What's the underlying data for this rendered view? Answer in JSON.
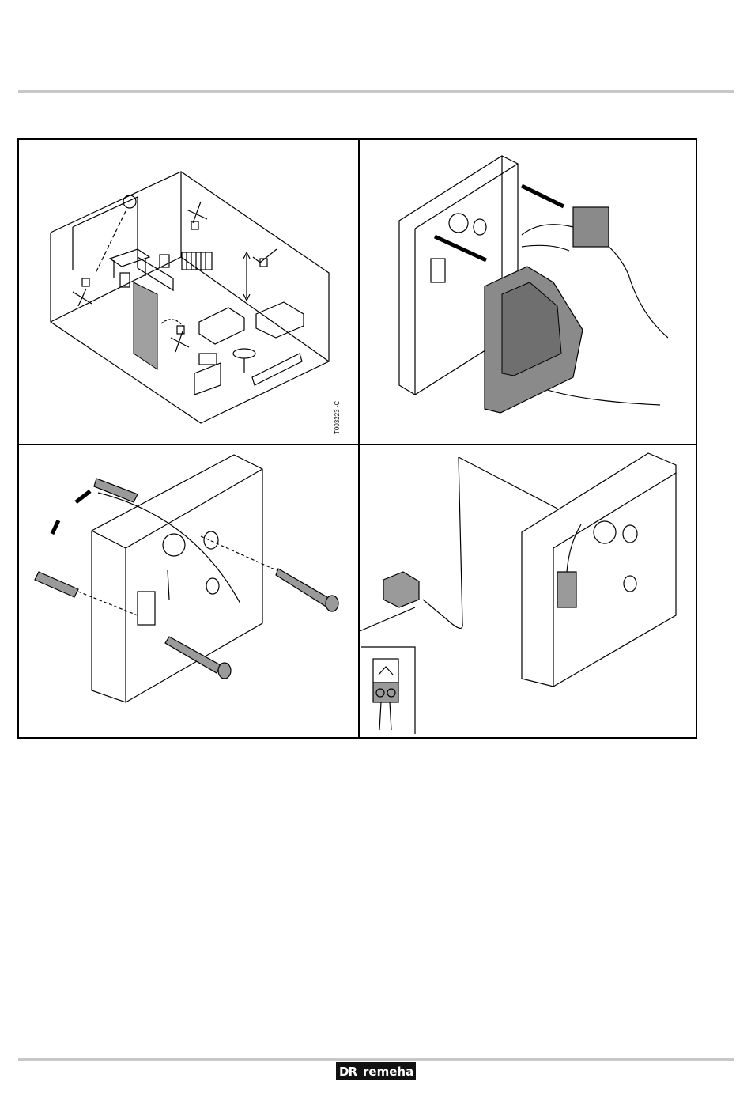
{
  "figure": {
    "code": "T003223 -C",
    "panels": [
      {
        "name": "room-placement"
      },
      {
        "name": "remove-front-cover"
      },
      {
        "name": "wall-mounting"
      },
      {
        "name": "cable-connection"
      }
    ]
  },
  "footer": {
    "logo_mark": "DR",
    "logo_text": "remeha"
  },
  "colors": {
    "rule": "#c8c8c8",
    "frame": "#000000",
    "door_fill": "#a0a0a0",
    "cover_fill": "#8a8a8a",
    "logo_bg": "#111111"
  }
}
